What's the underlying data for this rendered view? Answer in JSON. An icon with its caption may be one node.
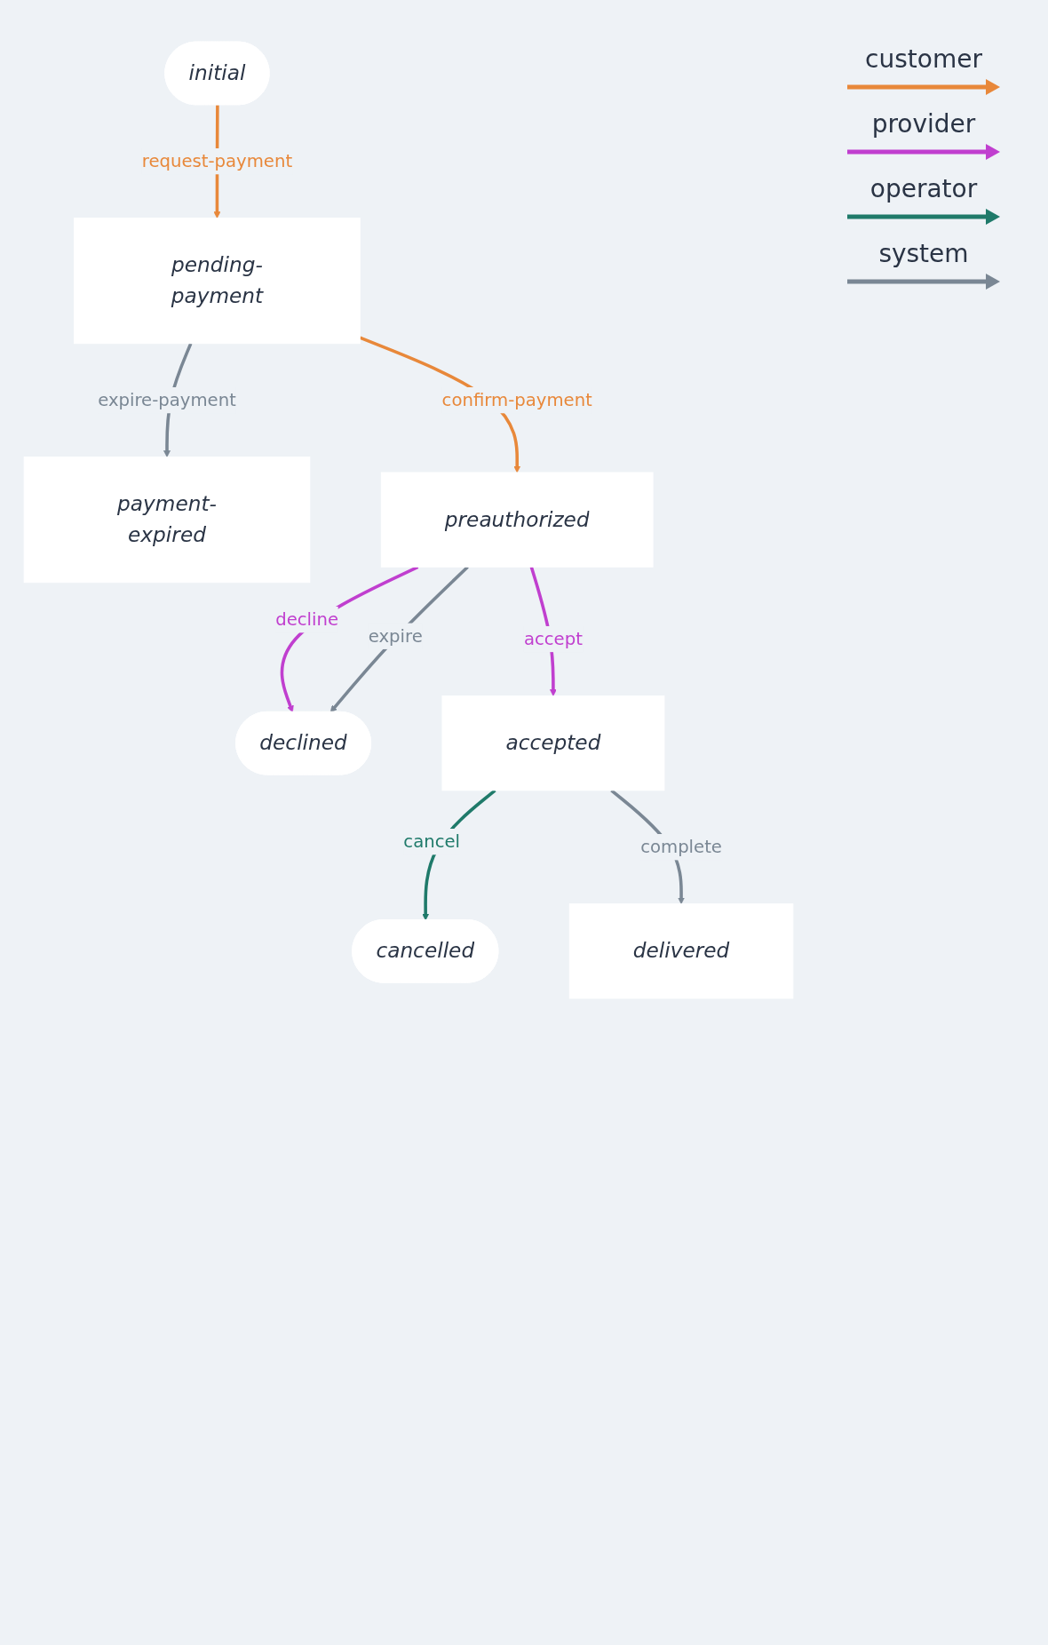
{
  "diagram": {
    "nodes": [
      {
        "text": [
          "initial"
        ]
      },
      {
        "text": [
          "pending-payment"
        ]
      },
      {
        "text": [
          "payment-expired"
        ]
      },
      {
        "text": [
          "preauthorized"
        ]
      },
      {
        "text": [
          "declined"
        ]
      },
      {
        "text": [
          "accepted"
        ]
      },
      {
        "text": [
          "cancelled"
        ]
      },
      {
        "text": [
          "delivered"
        ]
      }
    ],
    "edges": [
      {
        "from": 0,
        "to": 1,
        "arrow": "to",
        "label": "request-payment",
        "color": "#e8883a"
      },
      {
        "from": 1,
        "to": 2,
        "arrow": "to",
        "label": "expire-payment",
        "color": "#7a8794"
      },
      {
        "from": 1,
        "to": 3,
        "arrow": "to",
        "label": "confirm-payment",
        "color": "#e8883a"
      },
      {
        "from": 3,
        "to": 4,
        "arrow": "to",
        "label": "decline",
        "color": "#c03fcf"
      },
      {
        "from": 3,
        "to": 5,
        "arrow": "to",
        "label": "accept",
        "color": "#c03fcf"
      },
      {
        "from": 3,
        "to": 4,
        "arrow": "to",
        "label": "expire",
        "color": "#7a8794"
      },
      {
        "from": 5,
        "to": 6,
        "arrow": "to",
        "label": "cancel",
        "color": "#1f7a6a"
      },
      {
        "from": 5,
        "to": 7,
        "arrow": "to",
        "label": "complete",
        "color": "#7a8794"
      }
    ],
    "legend": [
      {
        "text": "customer",
        "color": "#e8883a"
      },
      {
        "text": "provider",
        "color": "#c03fcf"
      },
      {
        "text": "operator",
        "color": "#1f7a6a"
      },
      {
        "text": "system",
        "color": "#7a8794"
      }
    ]
  }
}
